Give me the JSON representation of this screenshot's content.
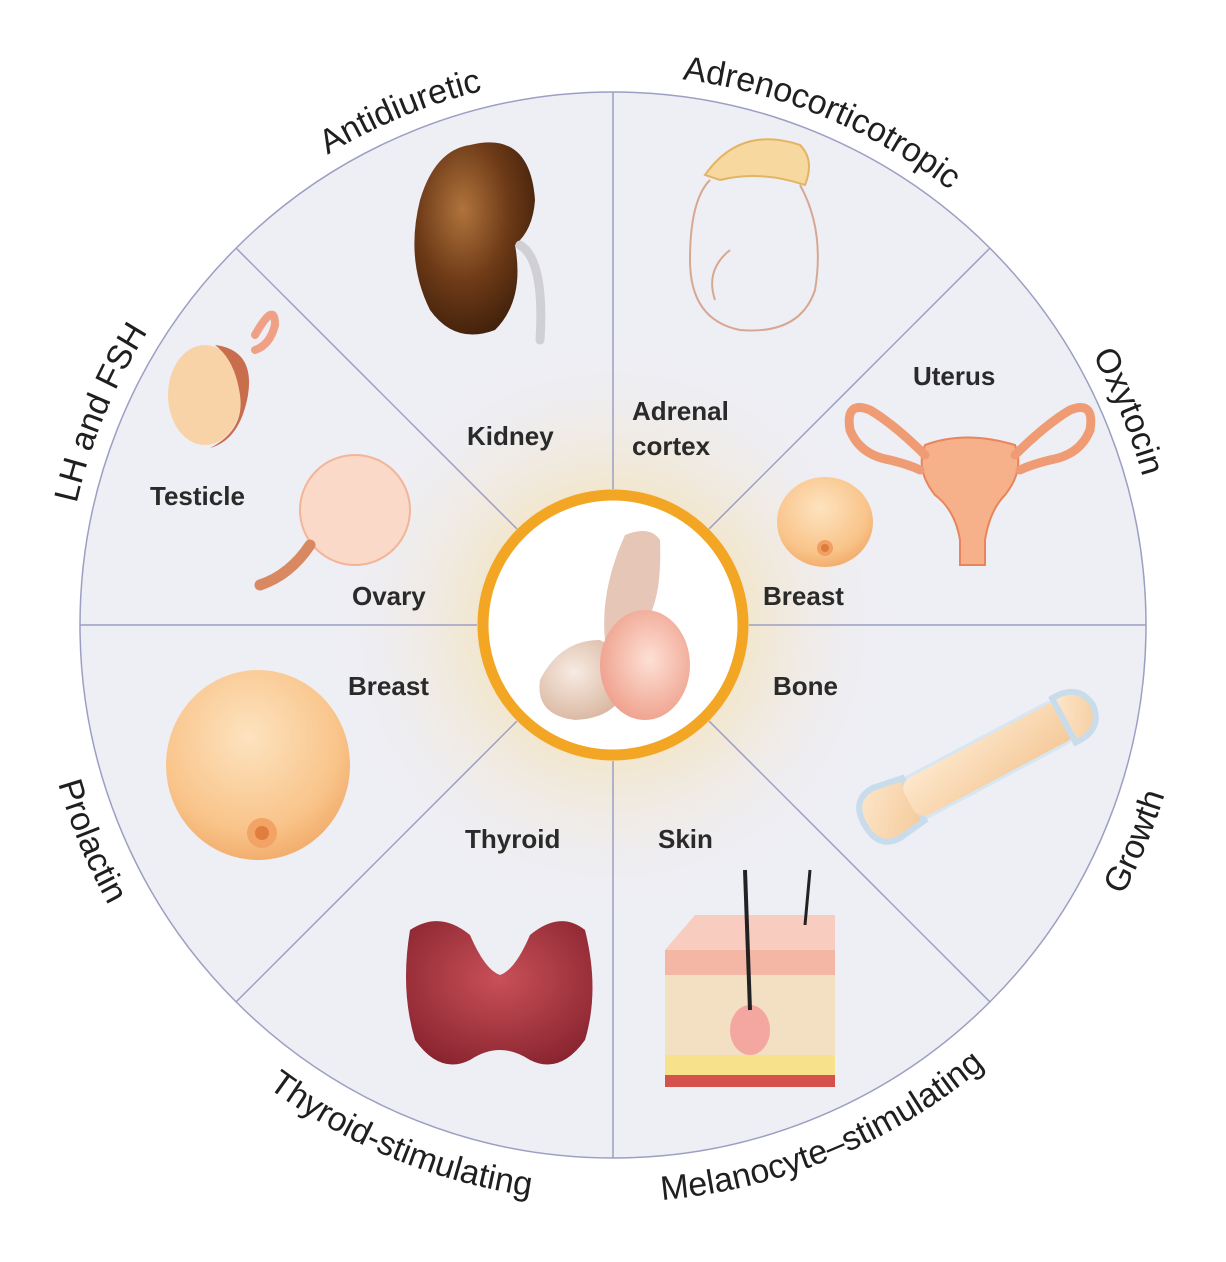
{
  "hormones": [
    {
      "id": "antidiuretic",
      "label": "Antidiuretic"
    },
    {
      "id": "adrenocorticotropic",
      "label": "Adrenocorticotropic"
    },
    {
      "id": "oxytocin",
      "label": "Oxytocin"
    },
    {
      "id": "growth",
      "label": "Growth"
    },
    {
      "id": "melanocyte",
      "label": "Melanocyte–stimulating"
    },
    {
      "id": "thyroid-stimulating",
      "label": "Thyroid-stimulating"
    },
    {
      "id": "prolactin",
      "label": "Prolactin"
    },
    {
      "id": "lh-fsh",
      "label": "LH and FSH"
    }
  ],
  "targets": {
    "kidney": "Kidney",
    "adrenal_line1": "Adrenal",
    "adrenal_line2": "cortex",
    "uterus": "Uterus",
    "breast_oxytocin": "Breast",
    "bone": "Bone",
    "skin": "Skin",
    "thyroid": "Thyroid",
    "breast_prolactin": "Breast",
    "ovary": "Ovary",
    "testicle": "Testicle"
  },
  "colors": {
    "wheel_fill": "#eeeef5",
    "divider": "#9c9fc3",
    "center_ring": "#f2a623",
    "center_glow": "#f7d37a"
  },
  "icons": [
    "pituitary-icon",
    "kidney-icon",
    "adrenal-icon",
    "uterus-icon",
    "breast-icon",
    "bone-icon",
    "skin-icon",
    "thyroid-icon",
    "testicle-icon",
    "ovary-icon"
  ]
}
